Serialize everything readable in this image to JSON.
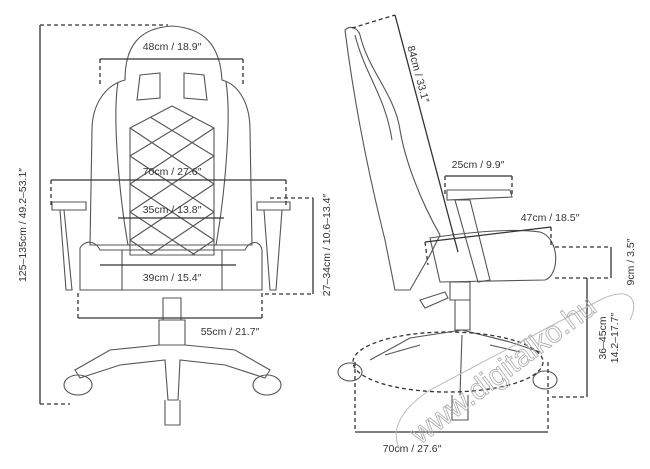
{
  "front_view": {
    "total_height": "125–135cm / 49.2–53.1″",
    "headrest_width": "48cm / 18.9″",
    "armrest_span": "70cm / 27.6″",
    "backrest_width": "35cm / 13.8″",
    "seat_width": "39cm / 15.4″",
    "seat_outer_width": "55cm / 21.7″",
    "armrest_height": "27–34cm / 10.6–13.4″"
  },
  "side_view": {
    "backrest_height": "84cm / 33.1″",
    "armrest_length": "25cm / 9.9″",
    "seat_depth": "47cm / 18.5″",
    "seat_thickness": "9cm / 3.5″",
    "seat_height_line1": "36–45cm",
    "seat_height_line2": "14.2–17.7″",
    "base_diameter": "70cm / 27.6″"
  },
  "watermark": "www.digitalko.hu"
}
